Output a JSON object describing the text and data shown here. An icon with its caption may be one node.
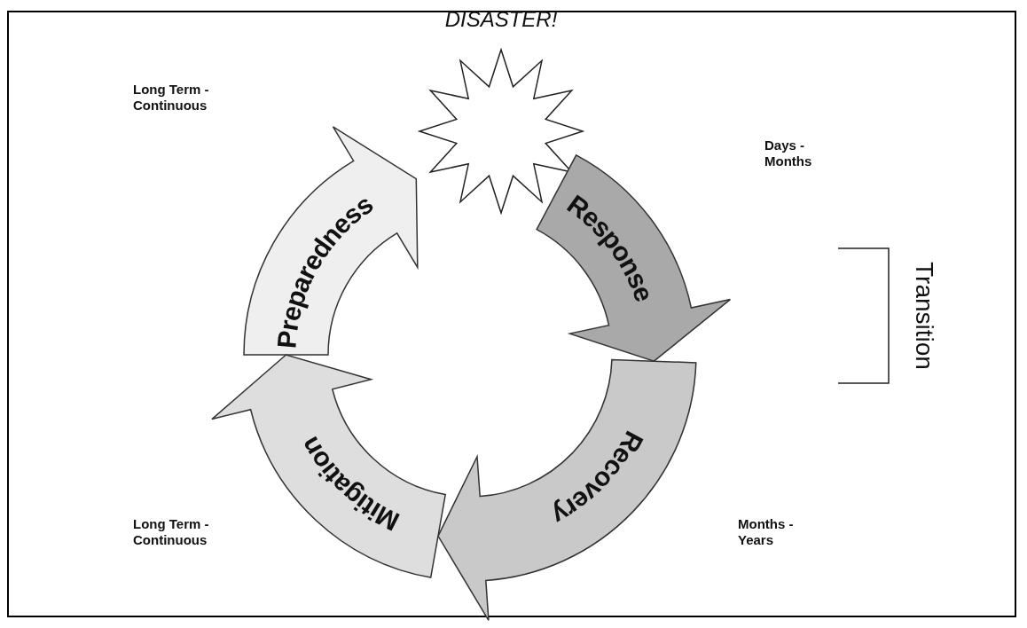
{
  "diagram": {
    "nodes": [
      {
        "text": [
          "Preparedness"
        ],
        "beside": [
          "Long Term - Continuous"
        ]
      },
      {
        "text": [
          "DISASTER!"
        ]
      },
      {
        "text": [
          "Response"
        ],
        "beside": [
          "Days - Months"
        ]
      },
      {
        "text": [
          "Recovery"
        ],
        "beside": [
          "Months - Years"
        ]
      },
      {
        "text": [
          "Mitigation"
        ],
        "beside": [
          "Long Term - Continuous"
        ]
      }
    ],
    "labels": [
      "Transition"
    ]
  }
}
